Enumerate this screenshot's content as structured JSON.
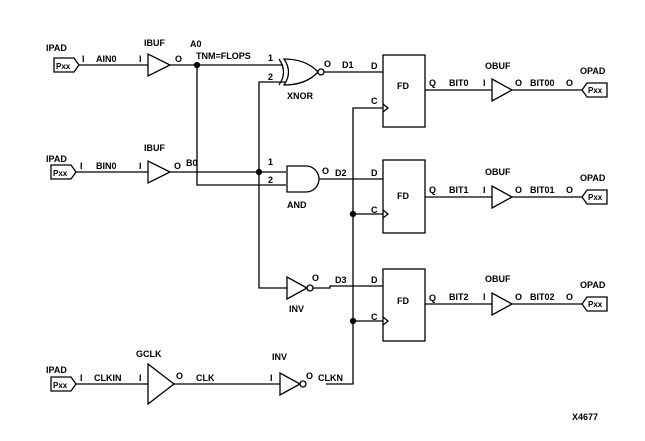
{
  "figure_id": "X4677",
  "inputs": {
    "a": {
      "pad_label": "IPAD",
      "pad_text": "Pxx",
      "pin": "I",
      "net": "AIN0",
      "buf_label": "IBUF",
      "buf_in": "I",
      "buf_out": "O",
      "out_net": "A0",
      "constraint": "TNM=FLOPS"
    },
    "b": {
      "pad_label": "IPAD",
      "pad_text": "Pxx",
      "pin": "I",
      "net": "BIN0",
      "buf_label": "IBUF",
      "buf_in": "I",
      "buf_out": "O",
      "out_net": "B0"
    },
    "clk": {
      "pad_label": "IPAD",
      "pad_text": "Pxx",
      "pin": "I",
      "net": "CLKIN",
      "buf_label": "GCLK",
      "buf_in": "I",
      "buf_out": "O",
      "out_net": "CLK",
      "inv_label": "INV",
      "inv_in": "I",
      "inv_out": "O",
      "inv_net": "CLKN"
    }
  },
  "gates": {
    "xnor": {
      "label": "XNOR",
      "pin1": "1",
      "pin2": "2",
      "out_pin": "O",
      "out_net": "D1"
    },
    "and": {
      "label": "AND",
      "pin1": "1",
      "pin2": "2",
      "out_pin": "O",
      "out_net": "D2"
    },
    "inv": {
      "label": "INV",
      "out_pin": "O",
      "out_net": "D3"
    }
  },
  "flops": [
    {
      "label": "FD",
      "d": "D",
      "c": "C",
      "q": "Q",
      "q_net": "BIT0",
      "obuf_label": "OBUF",
      "obuf_in": "I",
      "obuf_out": "O",
      "out_net": "BIT00",
      "opad_label": "OPAD",
      "opad_pin": "O",
      "opad_text": "Pxx"
    },
    {
      "label": "FD",
      "d": "D",
      "c": "C",
      "q": "Q",
      "q_net": "BIT1",
      "obuf_label": "OBUF",
      "obuf_in": "I",
      "obuf_out": "O",
      "out_net": "BIT01",
      "opad_label": "OPAD",
      "opad_pin": "O",
      "opad_text": "Pxx"
    },
    {
      "label": "FD",
      "d": "D",
      "c": "C",
      "q": "Q",
      "q_net": "BIT2",
      "obuf_label": "OBUF",
      "obuf_in": "I",
      "obuf_out": "O",
      "out_net": "BIT02",
      "opad_label": "OPAD",
      "opad_pin": "O",
      "opad_text": "Pxx"
    }
  ]
}
